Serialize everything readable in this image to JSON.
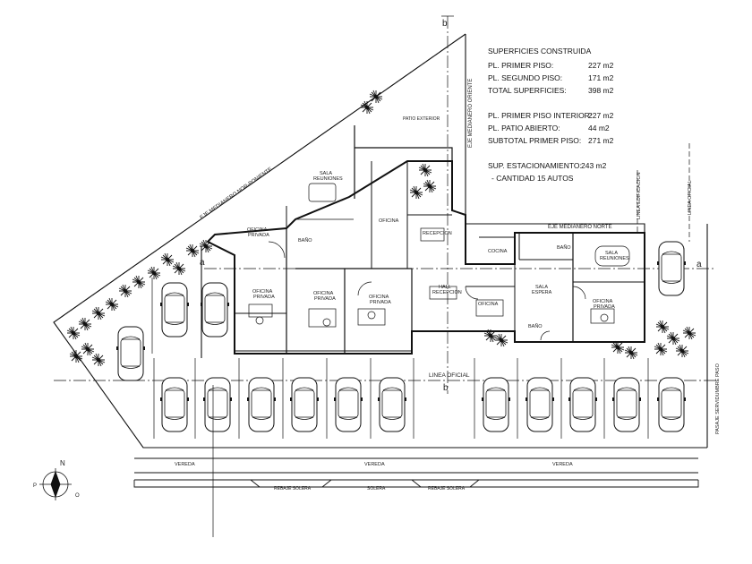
{
  "table": {
    "heading": "SUPERFICIES  CONSTRUIDA",
    "rows": [
      {
        "label": "PL. PRIMER PISO:",
        "value": "227 m2"
      },
      {
        "label": "PL. SEGUNDO PISO:",
        "value": "171 m2"
      },
      {
        "label": "TOTAL SUPERFICIES:",
        "value": "398 m2"
      },
      {
        "label": "PL. PRIMER PISO INTERIOR:",
        "value": "227 m2"
      },
      {
        "label": "PL. PATIO ABIERTO:",
        "value": "44  m2"
      },
      {
        "label": "SUBTOTAL PRIMER PISO:",
        "value": "271 m2"
      },
      {
        "label": "SUP. ESTACIONAMIENTO:",
        "value": "243  m2"
      },
      {
        "label": "- CANTIDAD 15 AUTOS",
        "value": ""
      }
    ]
  },
  "labels": {
    "eje_nor_poniente": "EJE MEDIANERO NOR-PONIENTE",
    "eje_oriente": "EJE MEDIANERO ORIENTE",
    "eje_norte": "EJE MEDIANERO NORTE",
    "linea_edificacion": "LINEA EDIFICACION",
    "linea_oficial_right": "LINEA OFICIAL",
    "linea_oficial": "LINEA OFICIAL",
    "pasaje": "PASAJE SERVIDUMBRE PASO",
    "patio_exterior": "PATIO EXTERIOR",
    "sala_reuniones_1": "SALA",
    "sala_reuniones_1b": "REUNIONES",
    "sala_reuniones_2": "SALA",
    "sala_reuniones_2b": "REUNIONES",
    "oficina_privada_1": "OFICINA",
    "oficina_privada_1b": "PRIVADA",
    "oficina_privada_2": "OFICINA",
    "oficina_privada_2b": "PRIVADA",
    "oficina_privada_3": "OFICINA",
    "oficina_privada_3b": "PRIVADA",
    "oficina_privada_4": "OFICINA",
    "oficina_privada_4b": "PRIVADA",
    "oficina_privada_5": "OFICINA",
    "oficina_privada_5b": "PRIVADA",
    "oficina_1": "OFICINA",
    "oficina_2": "OFICINA",
    "recepcion": "RECEPCION",
    "hall": "HALL",
    "hall_b": "RECEPCION",
    "cocina": "COCINA",
    "bano_1": "BAÑO",
    "bano_2": "BAÑO",
    "bano_3": "BAÑO",
    "sala_espera": "SALA",
    "sala_espera_b": "ESPERA",
    "vereda_1": "VEREDA",
    "vereda_2": "VEREDA",
    "vereda_3": "VEREDA",
    "rebaje_1": "REBAJE SOLERA",
    "solera": "SOLERA",
    "rebaje_2": "REBAJE SOLERA",
    "mark_a_left": "a",
    "mark_a_right": "a",
    "mark_b_top": "b",
    "mark_b_bottom": "b",
    "north": "N",
    "compass_p": "P",
    "compass_o": "O"
  }
}
